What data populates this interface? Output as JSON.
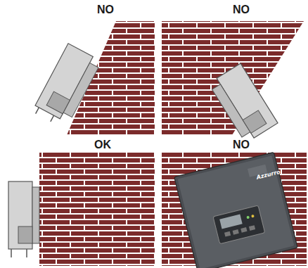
{
  "diagram": {
    "labels": [
      "NO",
      "NO",
      "OK",
      "NO",
      "Azzurro"
    ]
  }
}
